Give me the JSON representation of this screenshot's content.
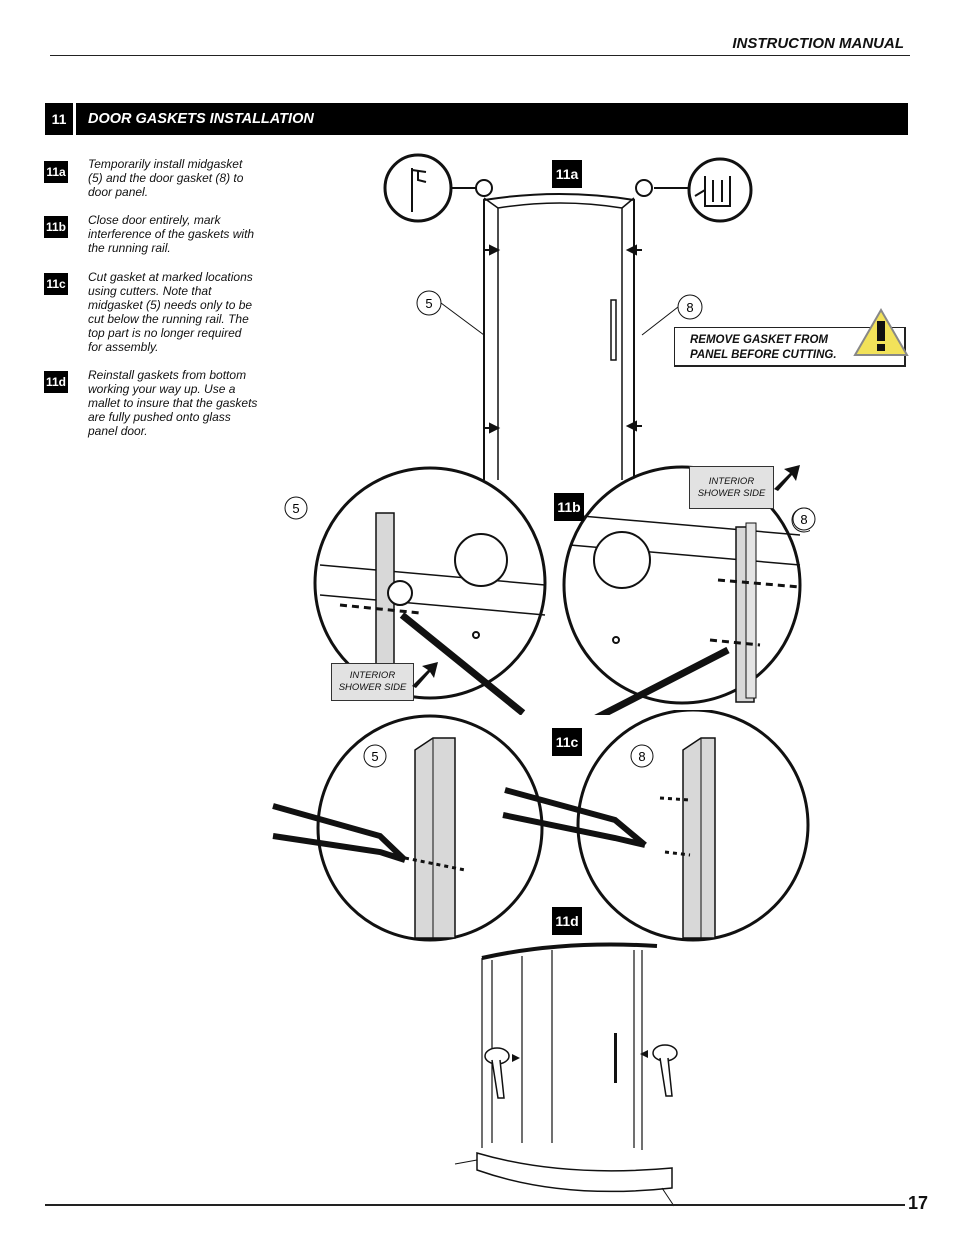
{
  "header": {
    "title": "INSTRUCTION MANUAL"
  },
  "section": {
    "number": "11",
    "title": "DOOR GASKETS  INSTALLATION"
  },
  "steps": [
    {
      "id": "11a",
      "text": "Temporarily install midgasket (5) and the door gasket (8) to door panel."
    },
    {
      "id": "11b",
      "text": "Close door entirely, mark interference of the gaskets with the running rail."
    },
    {
      "id": "11c",
      "text": "Cut gasket at marked locations using cutters. Note that midgasket (5) needs only to be cut below the running rail. The top part is no longer required for assembly."
    },
    {
      "id": "11d",
      "text": "Reinstall gaskets from bottom working your way up. Use a mallet to insure that the gaskets are fully pushed onto glass panel door."
    }
  ],
  "figures": {
    "fig_11a": "11a",
    "fig_11b": "11b",
    "fig_11c": "11c",
    "fig_11d": "11d",
    "callout_5": "5",
    "callout_8": "8"
  },
  "warning": {
    "line1": "REMOVE GASKET FROM",
    "line2": "PANEL BEFORE CUTTING."
  },
  "labels": {
    "interior_line1": "INTERIOR",
    "interior_line2": "SHOWER SIDE"
  },
  "footer": {
    "page_number": "17"
  }
}
